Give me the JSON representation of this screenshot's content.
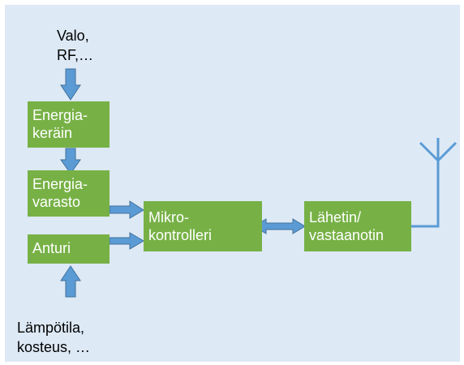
{
  "colors": {
    "background": "#dde9f5",
    "box_fill": "#77b146",
    "arrow_fill": "#5b9bd5",
    "arrow_stroke": "#41719c",
    "antenna": "#5b9bd5"
  },
  "inputs": {
    "top": {
      "line1": "Valo,",
      "line2": "RF,…"
    },
    "bottom": {
      "line1": "Lämpötila,",
      "line2": "kosteus, …"
    }
  },
  "blocks": {
    "harvester": {
      "line1": "Energia-",
      "line2": "keräin"
    },
    "storage": {
      "line1": "Energia-",
      "line2": "varasto"
    },
    "sensor": {
      "line1": "Anturi"
    },
    "mcu": {
      "line1": "Mikro-",
      "line2": "kontrolleri"
    },
    "transceiver": {
      "line1": "Lähetin/",
      "line2": "vastaanotin"
    }
  },
  "icons": [
    "antenna-icon"
  ]
}
